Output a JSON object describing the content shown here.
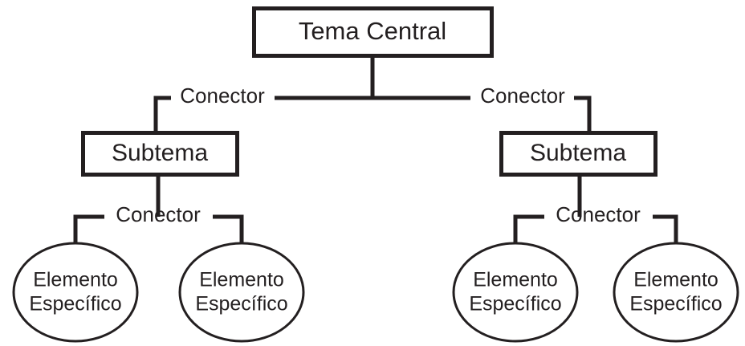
{
  "diagram": {
    "type": "hierarchy-tree",
    "title": "Tema Central",
    "language": "es",
    "background_color": "#ffffff",
    "stroke_color": "#231f20",
    "fill_color": "#ffffff",
    "levels": [
      {
        "level": 1,
        "shape": "rectangle",
        "count": 1,
        "labels": [
          "Tema Central"
        ]
      },
      {
        "level": 2,
        "shape": "rectangle",
        "count": 2,
        "labels": [
          "Subtema",
          "Subtema"
        ]
      },
      {
        "level": 3,
        "shape": "ellipse",
        "count": 4,
        "labels": [
          "Elemento Específico",
          "Elemento Específico",
          "Elemento Específico",
          "Elemento Específico"
        ]
      }
    ],
    "root": {
      "label": "Tema Central"
    },
    "branches": [
      {
        "connector_label": "Conector",
        "label": "Subtema",
        "child_connector_label": "Conector",
        "children": [
          {
            "line1": "Elemento",
            "line2": "Específico"
          },
          {
            "line1": "Elemento",
            "line2": "Específico"
          }
        ]
      },
      {
        "connector_label": "Conector",
        "label": "Subtema",
        "child_connector_label": "Conector",
        "children": [
          {
            "line1": "Elemento",
            "line2": "Específico"
          },
          {
            "line1": "Elemento",
            "line2": "Específico"
          }
        ]
      }
    ],
    "connector_labels": {
      "top_left": "Conector",
      "top_right": "Conector",
      "bottom_left": "Conector",
      "bottom_right": "Conector"
    }
  }
}
